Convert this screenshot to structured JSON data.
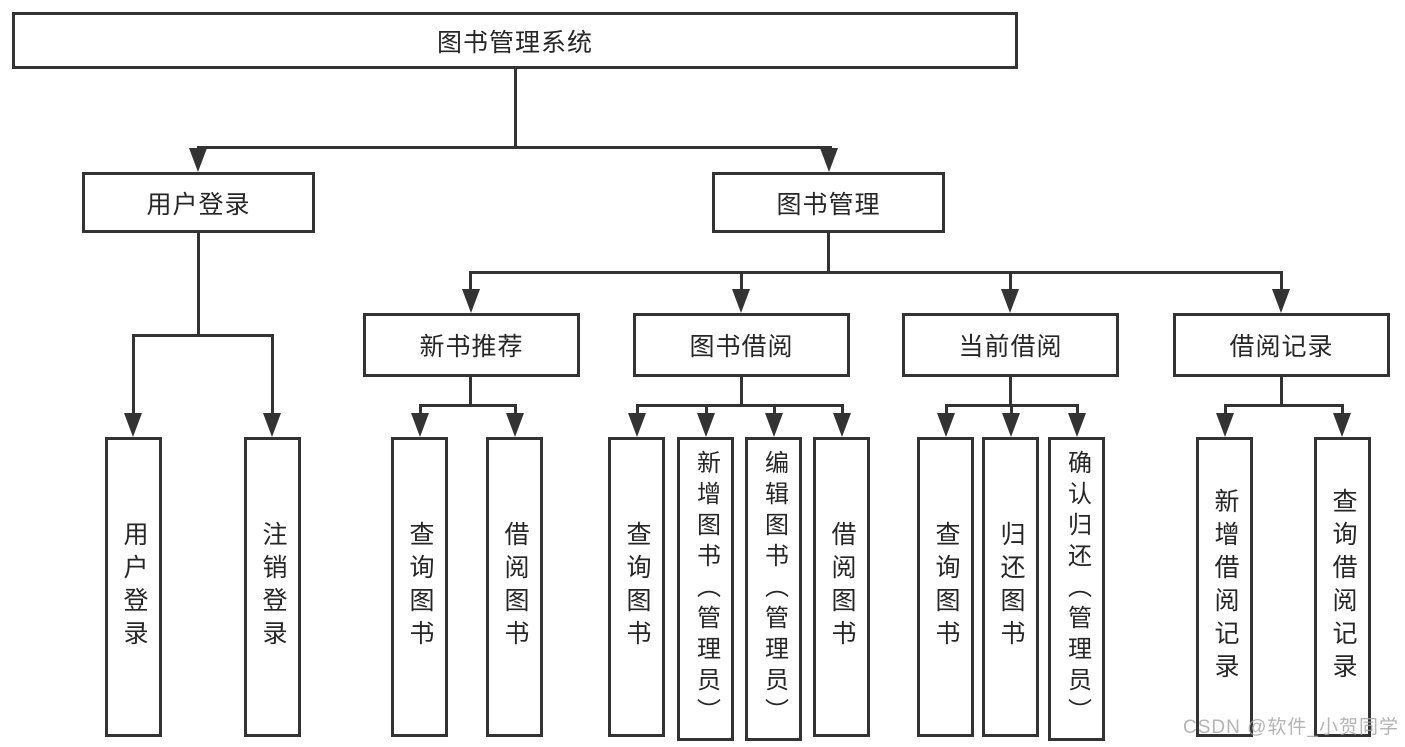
{
  "diagram": {
    "title": "图书管理系统",
    "branches": [
      {
        "label": "用户登录",
        "children": [
          "用户登录",
          "注销登录"
        ]
      },
      {
        "label": "图书管理",
        "sub": [
          {
            "label": "新书推荐",
            "children": [
              "查询图书",
              "借阅图书"
            ]
          },
          {
            "label": "图书借阅",
            "children": [
              "查询图书",
              "新增图书（管理员）",
              "编辑图书（管理员）",
              "借阅图书"
            ]
          },
          {
            "label": "当前借阅",
            "children": [
              "查询图书",
              "归还图书",
              "确认归还（管理员）"
            ]
          },
          {
            "label": "借阅记录",
            "children": [
              "新增借阅记录",
              "查询借阅记录"
            ]
          }
        ]
      }
    ]
  },
  "colors": {
    "line": "#333333",
    "text": "#262626",
    "watermark": "#a8a8a8",
    "background": "#ffffff"
  },
  "watermark": {
    "text": "CSDN @软件_小贺同学"
  }
}
